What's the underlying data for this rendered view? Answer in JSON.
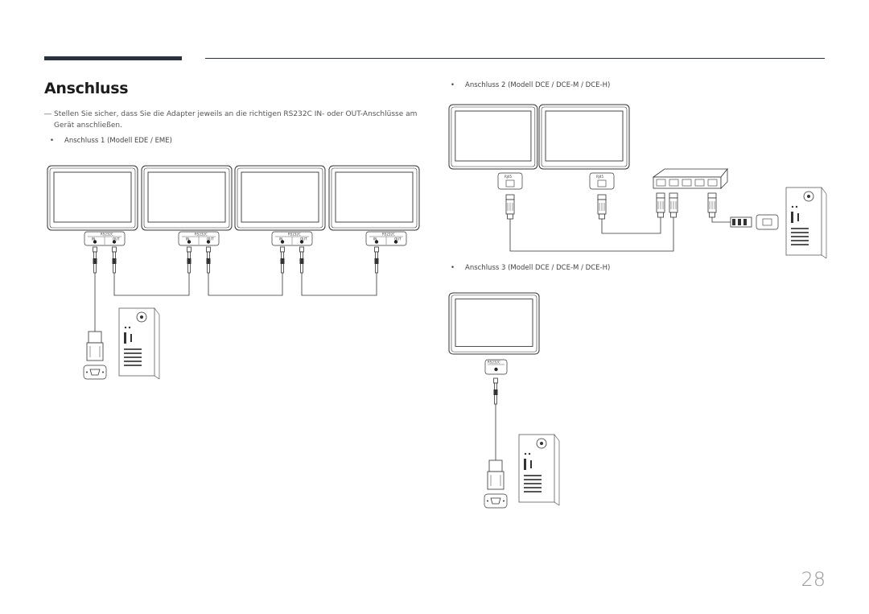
{
  "page": {
    "title": "Anschluss",
    "note": "Stellen Sie sicher, dass Sie die Adapter jeweils an die richtigen RS232C IN- oder OUT-Anschlüsse am Gerät anschließen.",
    "note_marker": "―",
    "page_number": "28"
  },
  "sections": {
    "s1": {
      "bullet": "•",
      "label": "Anschluss 1 (Modell EDE / EME)"
    },
    "s2": {
      "bullet": "•",
      "label": "Anschluss 2 (Modell DCE / DCE-M / DCE-H)"
    },
    "s3": {
      "bullet": "•",
      "label": "Anschluss 3 (Modell DCE / DCE-M / DCE-H)"
    }
  },
  "diagram_labels": {
    "rs232c": "RS232C",
    "in": "IN",
    "out": "OUT",
    "rj45": "RJ45"
  }
}
